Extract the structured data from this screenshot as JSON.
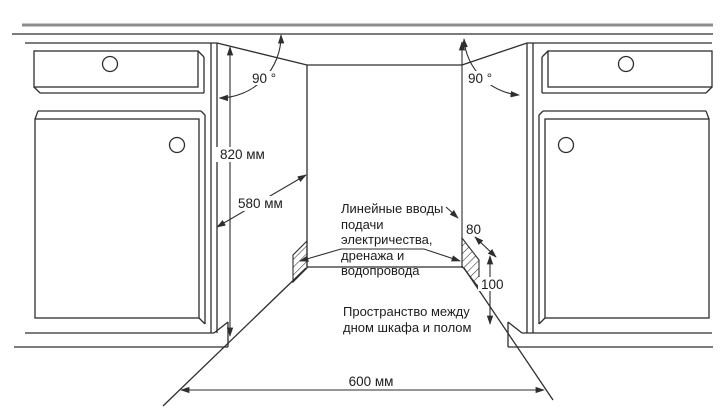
{
  "colors": {
    "line": "#2e2e2e",
    "counter_top": "#8c8c8c",
    "background": "#ffffff"
  },
  "dimensions": {
    "angle_left": "90 °",
    "angle_right": "90 °",
    "niche_height": "820 мм",
    "niche_depth": "580 мм",
    "niche_width": "600 мм",
    "inlet_band": "80",
    "floor_clearance": "100"
  },
  "notes": {
    "utilities_line1": "Линейные вводы",
    "utilities_line2": "подачи",
    "utilities_line3": "электричества,",
    "utilities_line4": "дренажа и",
    "utilities_line5": "водопровода",
    "floor_line1": "Пространство между",
    "floor_line2": "дном шкафа и полом"
  }
}
